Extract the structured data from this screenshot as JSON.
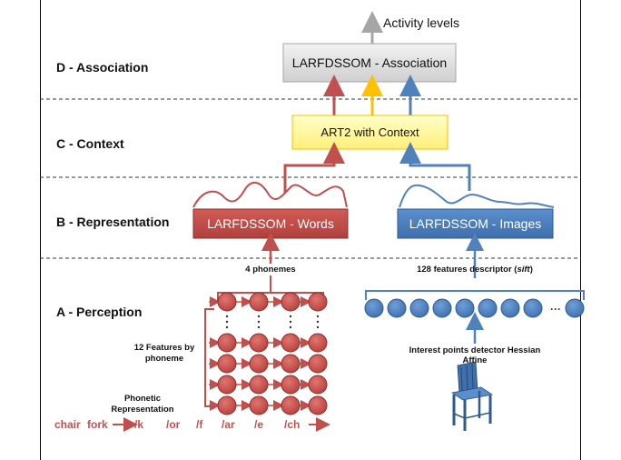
{
  "outputs": {
    "activity_label": "Activity levels"
  },
  "layers": {
    "d": "D - Association",
    "c": "C - Context",
    "b": "B - Representation",
    "a": "A - Perception"
  },
  "modules": {
    "association": "LARFDSSOM - Association",
    "context": "ART2 with Context",
    "words": "LARFDSSOM - Words",
    "images": "LARFDSSOM - Images"
  },
  "perception": {
    "phonemes_label": "4 phonemes",
    "features_label": "128 features descriptor (",
    "features_label_em": "sift",
    "features_label_end": ")",
    "features_by_phoneme": "12 Features by phoneme",
    "phonetic_representation": "Phonetic Representation",
    "detector_label": "Interest points detector Hessian Affine",
    "ellipsis": "···",
    "words": [
      "chair",
      "fork"
    ],
    "phonemes": [
      "/k",
      "/or",
      "/f",
      "/ar",
      "/e",
      "/ch"
    ]
  },
  "colors": {
    "words": "#c0504d",
    "images": "#4f81bd",
    "context_fill": "#ffff99",
    "context_border": "#f2c200",
    "association_fill": "#d9d9d9",
    "yellow_arrow": "#ffc000",
    "gray_arrow": "#a6a6a6"
  },
  "icons": {
    "chair": "chair-icon"
  }
}
